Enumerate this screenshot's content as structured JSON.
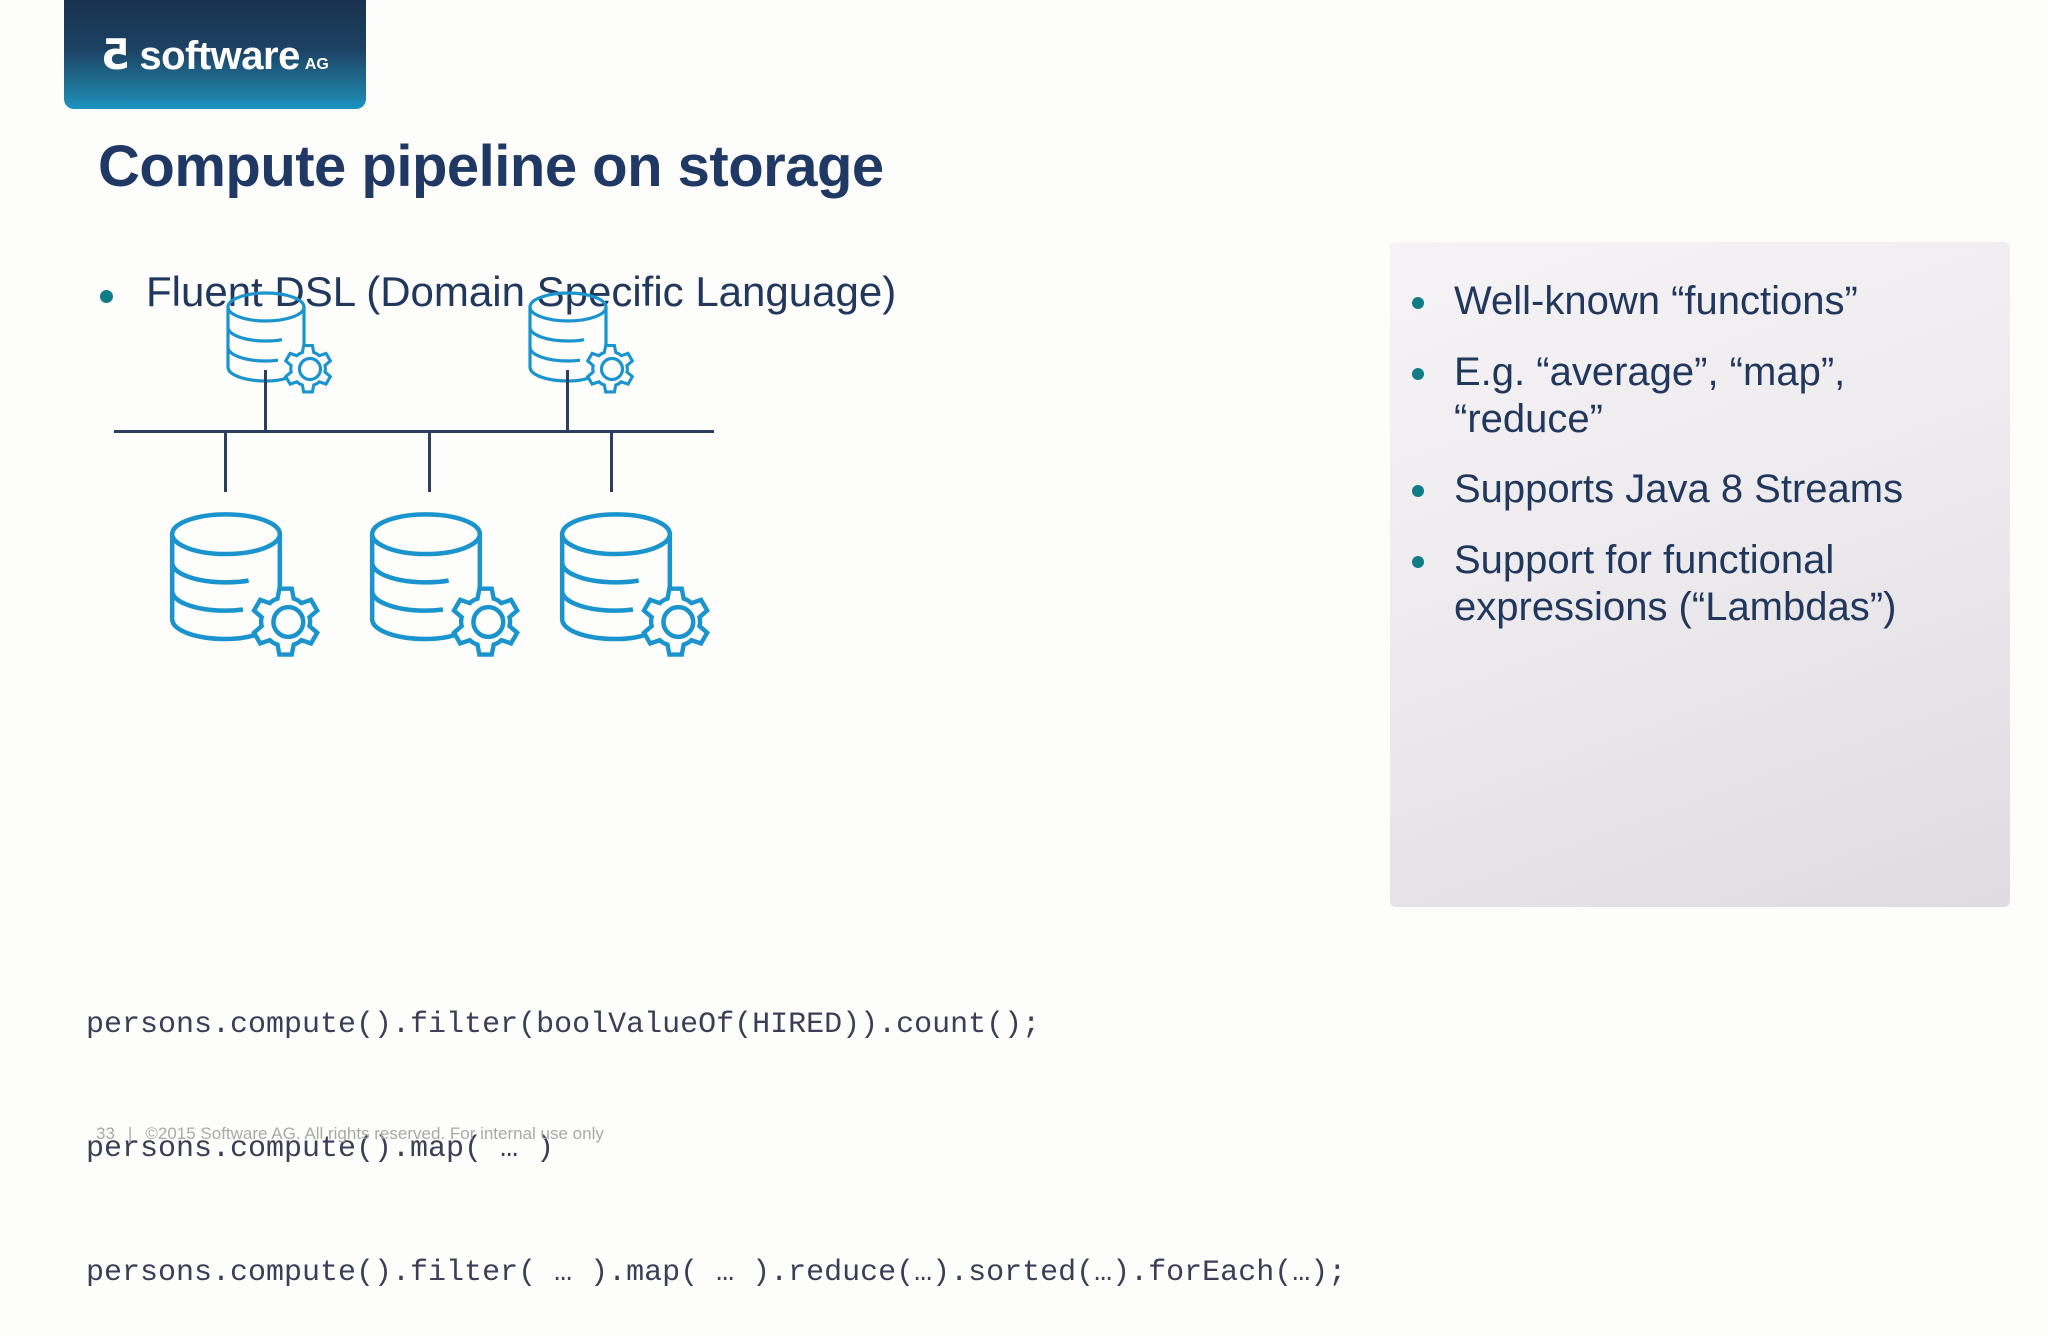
{
  "logo": {
    "mark": "5",
    "word": "software",
    "superscript": "AG"
  },
  "title": "Compute pipeline on storage",
  "main_bullet": "Fluent DSL (Domain Specific Language)",
  "diagram": {
    "top_nodes": [
      {
        "name": "database-gear-top-left"
      },
      {
        "name": "database-gear-top-right"
      }
    ],
    "bottom_nodes": [
      {
        "name": "database-gear-bottom-left"
      },
      {
        "name": "database-gear-bottom-center"
      },
      {
        "name": "database-gear-bottom-right"
      }
    ],
    "icon_color": "#1b94ce",
    "connector_color": "#2c3e5d"
  },
  "panel": {
    "bullets": [
      "Well-known “functions”",
      "E.g. “average”, “map”, “reduce”",
      "Supports Java 8 Streams",
      "Support for functional expressions (“Lambdas”)"
    ],
    "bullet_color": "#107c86",
    "text_color": "#22375c"
  },
  "code": {
    "line1": "persons.compute().filter(boolValueOf(HIRED)).count();",
    "line2": "persons.compute().map( … )",
    "line3": "persons.compute().filter( … ).map( … ).reduce(…).sorted(…).forEach(…);"
  },
  "footer": {
    "page_number": "33",
    "separator": "|",
    "copyright": "©2015 Software AG. All rights reserved. For internal use only"
  },
  "colors": {
    "title": "#203864",
    "accent_teal": "#107c86",
    "icon_blue": "#1b94ce",
    "background": "#fdfdfb"
  }
}
